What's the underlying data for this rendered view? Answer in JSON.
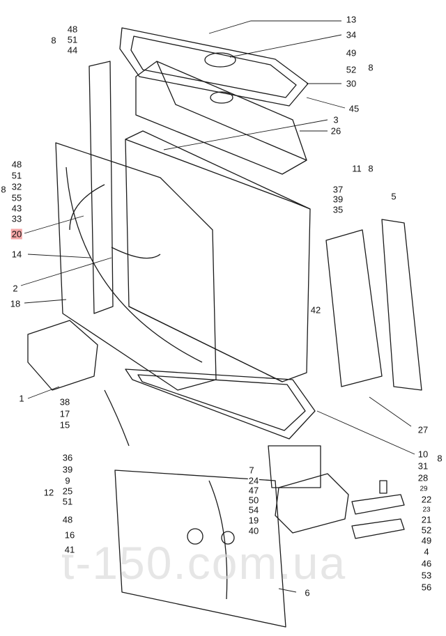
{
  "watermark": "t-150.com.ua",
  "labels": {
    "l13": "13",
    "l34": "34",
    "l49a": "49",
    "l52a": "52",
    "l30": "30",
    "l45": "45",
    "l8_tr": "8",
    "l48_tl": "48",
    "l51_tl": "51",
    "l44": "44",
    "l8_tl": "8",
    "l3": "3",
    "l26": "26",
    "l11": "11",
    "l8_m": "8",
    "l48_l": "48",
    "l51_l": "51",
    "l32": "32",
    "l55": "55",
    "l43": "43",
    "l33": "33",
    "l8_l": "8",
    "l20": "20",
    "l14": "14",
    "l2": "2",
    "l18": "18",
    "l37": "37",
    "l39a": "39",
    "l35": "35",
    "l5": "5",
    "l42": "42",
    "l1": "1",
    "l38": "38",
    "l17": "17",
    "l15": "15",
    "l27": "27",
    "l10": "10",
    "l31": "31",
    "l28": "28",
    "l29": "29",
    "l8_r": "8",
    "l36": "36",
    "l39b": "39",
    "l9": "9",
    "l12": "12",
    "l25": "25",
    "l51b": "51",
    "l48b": "48",
    "l7": "7",
    "l24": "24",
    "l47": "47",
    "l50": "50",
    "l54": "54",
    "l19": "19",
    "l40": "40",
    "l16": "16",
    "l41": "41",
    "l22": "22",
    "l23": "23",
    "l21": "21",
    "l52b": "52",
    "l49b": "49",
    "l4": "4",
    "l46": "46",
    "l53": "53",
    "l56": "56",
    "l6": "6"
  }
}
